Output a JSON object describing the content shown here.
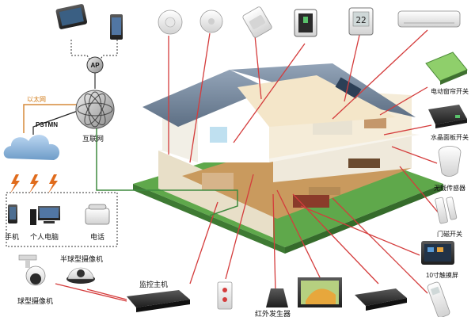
{
  "network": {
    "ap_label": "AP",
    "link_labels": {
      "ethernet": "以太网",
      "pstn": "PSTMN",
      "internet": "互联网"
    }
  },
  "terminals": {
    "phone": "手机",
    "pc": "个人电脑",
    "telephone": "电话"
  },
  "cameras": {
    "dome": "半球型摄像机",
    "speed_dome": "球型摄像机",
    "monitor_host": "监控主机"
  },
  "right_devices": {
    "curtain_switch": "电动窗帘开关",
    "crystal_switch": "水晶面板开关",
    "wireless_sensor": "无线传感器",
    "door_sensor": "门磁开关",
    "touch_screen": "10寸触摸屏"
  },
  "bottom_devices": {
    "infrared_emitter": "红外发生器"
  },
  "device_screens": {
    "thermostat": "22"
  },
  "colors": {
    "leader_line": "#d43c3c",
    "ethernet_line": "#d58a3a",
    "internet_line": "#3f8a3f",
    "dotted_box": "#333333",
    "roof": "#7b8ea3",
    "wall": "#f2efe6",
    "lawn": "#5fa84b"
  }
}
